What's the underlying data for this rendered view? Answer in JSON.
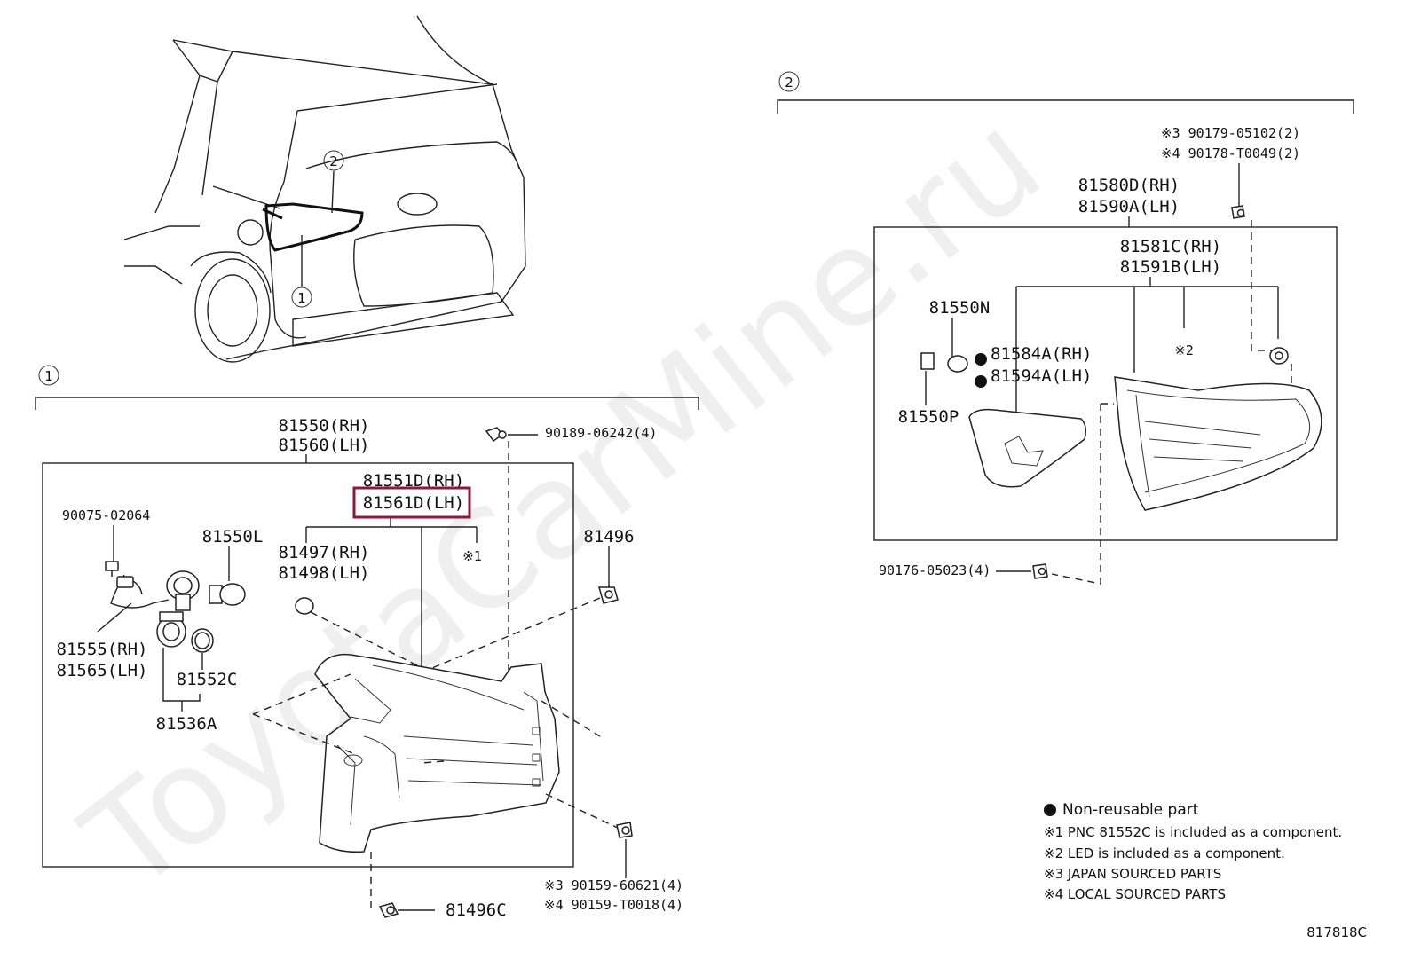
{
  "watermark": "ToyotaCarMine.ru",
  "diagram_code": "817818C",
  "section_markers": {
    "one": "1",
    "two": "2"
  },
  "highlight_color": "#8b1a3a",
  "section1": {
    "assembly": {
      "rh": "81550(RH)",
      "lh": "81560(LH)"
    },
    "lens_assy": {
      "rh": "81551D(RH)",
      "lh": "81561D(LH)"
    },
    "note1_marker": "※1",
    "screw_top": "90189-06242(4)",
    "bolt_left": "90075-02064",
    "bulb": "81550L",
    "clip_81496": "81496",
    "cushion": {
      "rh": "81497(RH)",
      "lh": "81498(LH)"
    },
    "wire": {
      "rh": "81555(RH)",
      "lh": "81565(LH)"
    },
    "gasket": "81552C",
    "socket": "81536A",
    "clip_81496c": "81496C",
    "screw_bottom": {
      "jp": "※3 90159-60621(4)",
      "local": "※4 90159-T0018(4)"
    }
  },
  "section2": {
    "screw_top": {
      "jp": "※3 90179-05102(2)",
      "local": "※4 90178-T0049(2)"
    },
    "assembly": {
      "rh": "81580D(RH)",
      "lh": "81590A(LH)"
    },
    "lens_assy": {
      "rh": "81581C(RH)",
      "lh": "81591B(LH)"
    },
    "bulb": "81550N",
    "gasket": {
      "rh": "81584A(RH)",
      "lh": "81594A(LH)"
    },
    "led_marker": "※2",
    "socket": "81550P",
    "screw_bottom": "90176-05023(4)"
  },
  "legend": {
    "nonreusable": "Non-reusable part",
    "n1": "※1 PNC 81552C is included as a component.",
    "n2": "※2 LED is included as a component.",
    "n3": "※3 JAPAN SOURCED PARTS",
    "n4": "※4 LOCAL SOURCED PARTS"
  }
}
